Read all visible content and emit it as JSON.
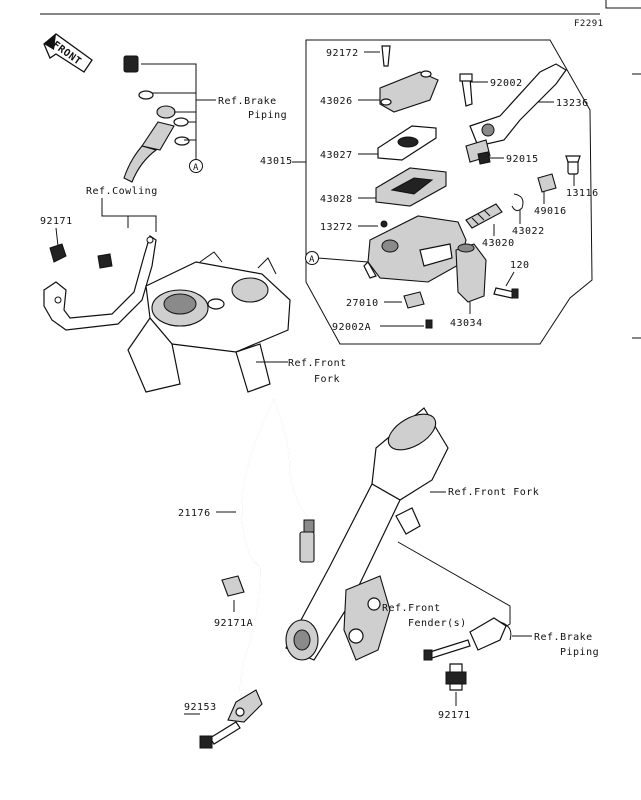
{
  "figure_code": "F2291",
  "front_badge": "FRONT",
  "callout_marker": "A",
  "part_labels": {
    "p92172": "92172",
    "p43026": "43026",
    "p43027": "43027",
    "p43028": "43028",
    "p43015": "43015",
    "p13272": "13272",
    "p27010": "27010",
    "p92002A": "92002A",
    "p43034": "43034",
    "p92002": "92002",
    "p13236": "13236",
    "p92015": "92015",
    "p13116": "13116",
    "p49016": "49016",
    "p43022": "43022",
    "p43020": "43020",
    "p120": "120",
    "p92171_top": "92171",
    "p21176": "21176",
    "p92171A": "92171A",
    "p92153": "92153",
    "p92171_bottom": "92171"
  },
  "references": {
    "brake_piping_top_1": "Ref.Brake",
    "brake_piping_top_2": "Piping",
    "cowling": "Ref.Cowling",
    "front_fork_top_1": "Ref.Front",
    "front_fork_top_2": "Fork",
    "front_fork_mid": "Ref.Front Fork",
    "front_fender_1": "Ref.Front",
    "front_fender_2": "Fender(s)",
    "brake_piping_bottom_1": "Ref.Brake",
    "brake_piping_bottom_2": "Piping"
  }
}
